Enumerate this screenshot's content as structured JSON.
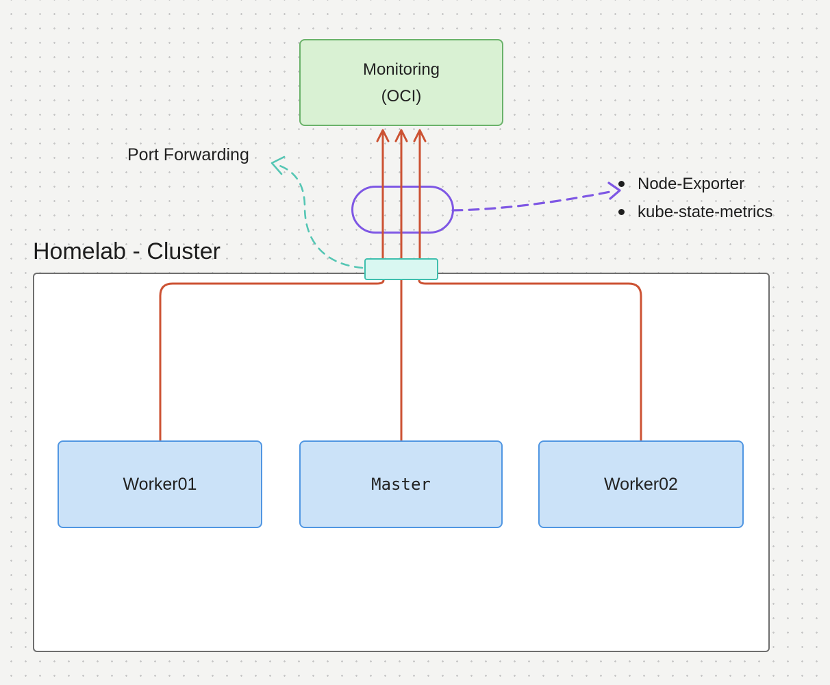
{
  "canvas": {
    "background_color": "#f4f4f2",
    "dot_grid_color": "#c6c6c6"
  },
  "title": {
    "text": "Homelab - Cluster"
  },
  "nodes": {
    "monitoring": {
      "line1": "Monitoring",
      "line2": "(OCI)",
      "fill": "#d9f1d3",
      "border": "#6ab26a"
    },
    "exporters_pill": {
      "border": "#7e57e4"
    },
    "ingress_box": {
      "fill": "#d9f7f1",
      "border": "#3fbfae"
    },
    "cluster_frame": {
      "fill": "#ffffff",
      "border": "#6e6e6e"
    },
    "worker01": {
      "label": "Worker01",
      "fill": "#cbe2f8",
      "border": "#5096e2"
    },
    "master": {
      "label": "Master",
      "fill": "#cbe2f8",
      "border": "#5096e2"
    },
    "worker02": {
      "label": "Worker02",
      "fill": "#cbe2f8",
      "border": "#5096e2"
    }
  },
  "annotations": {
    "port_forwarding": {
      "label": "Port Forwarding",
      "arrow_color": "#55c6b4"
    },
    "exporters": {
      "items": [
        "Node-Exporter",
        "kube-state-metrics"
      ],
      "arrow_color": "#7e57e4"
    }
  },
  "connectors": {
    "metrics_color": "#cc5233"
  }
}
